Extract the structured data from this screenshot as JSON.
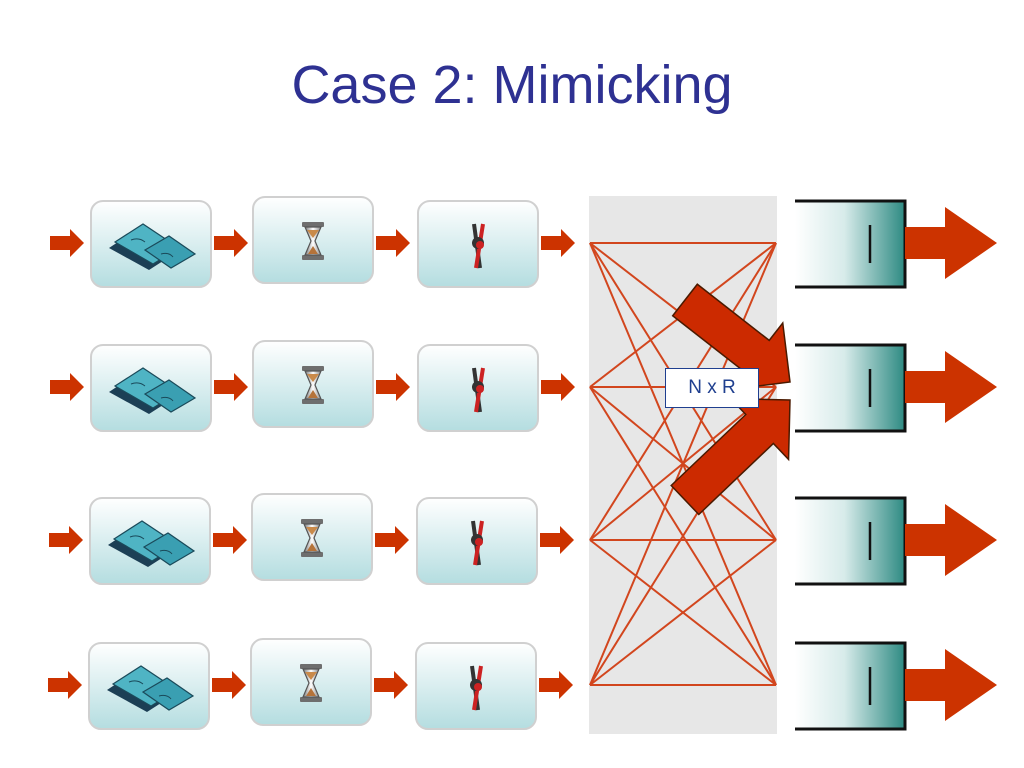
{
  "title": "Case 2: Mimicking",
  "switch_label": "N x R",
  "colors": {
    "title": "#2e3192",
    "arrow": "#cc3300",
    "crossbar_lines": "#d2461e",
    "crossbar_bg": "#e7e7e7",
    "stage_box_top": "#ffffff",
    "stage_box_bottom": "#b4dde0",
    "queue_teal": "#2d8a82"
  },
  "pipeline": {
    "rows": 4,
    "stages": [
      {
        "icon": "paper-money-icon"
      },
      {
        "icon": "hourglass-icon"
      },
      {
        "icon": "knotted-rope-icon"
      }
    ]
  },
  "outputs": {
    "count": 4,
    "icon": "output-queue-icon"
  },
  "crossbar": {
    "inputs": 4,
    "outputs": 4
  }
}
